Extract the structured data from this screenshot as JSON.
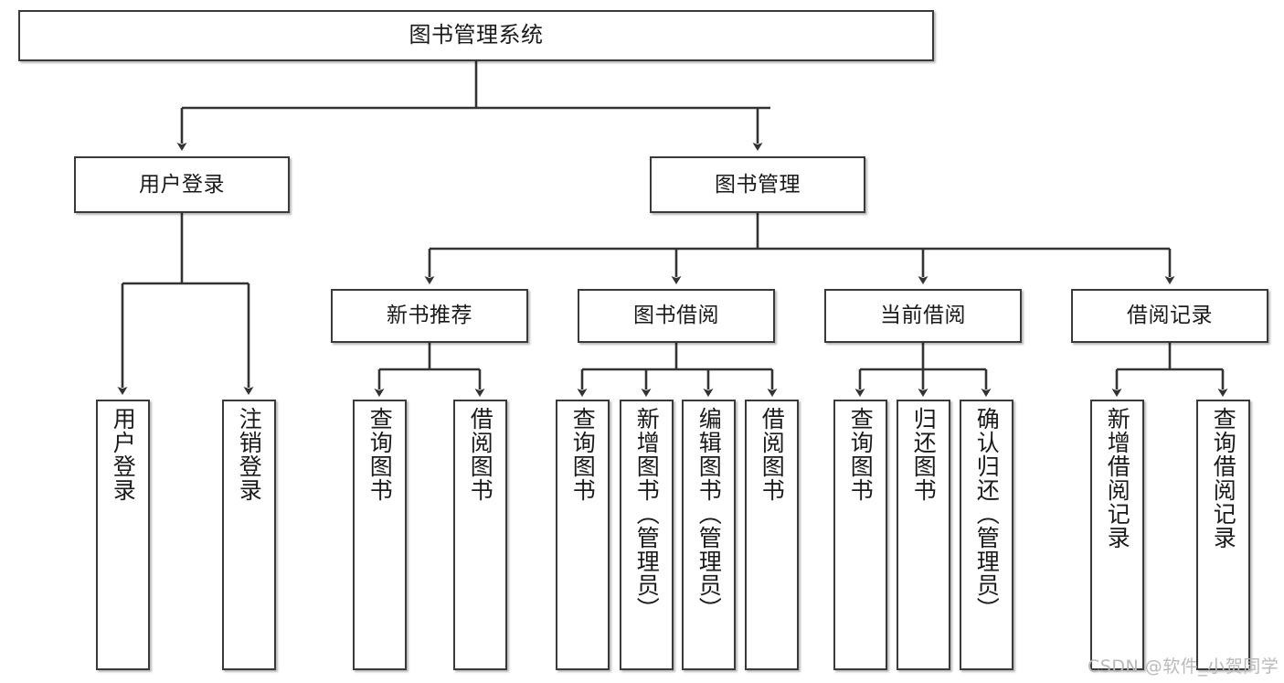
{
  "diagram": {
    "title": "图书管理系统",
    "type": "hierarchy-tree",
    "colors": {
      "box_border": "#3a3a3a",
      "box_fill": "#ffffff",
      "connector": "#333333",
      "text": "#1a1a1a",
      "watermark": "#b9b9b9"
    },
    "root": {
      "label": "图书管理系统"
    },
    "level1": [
      {
        "label": "用户登录"
      },
      {
        "label": "图书管理"
      }
    ],
    "level2": [
      {
        "label": "新书推荐"
      },
      {
        "label": "图书借阅"
      },
      {
        "label": "当前借阅"
      },
      {
        "label": "借阅记录"
      }
    ],
    "leaves": {
      "user_login": [
        {
          "label": "用户登录"
        },
        {
          "label": "注销登录"
        }
      ],
      "new_book": [
        {
          "label": "查询图书"
        },
        {
          "label": "借阅图书"
        }
      ],
      "book_borrow": [
        {
          "label": "查询图书"
        },
        {
          "label": "新增图书（管理员）"
        },
        {
          "label": "编辑图书（管理员）"
        },
        {
          "label": "借阅图书"
        }
      ],
      "current_borrow": [
        {
          "label": "查询图书"
        },
        {
          "label": "归还图书"
        },
        {
          "label": "确认归还（管理员）"
        }
      ],
      "borrow_record": [
        {
          "label": "新增借阅记录"
        },
        {
          "label": "查询借阅记录"
        }
      ]
    },
    "watermark": "CSDN @软件_小贺同学"
  }
}
